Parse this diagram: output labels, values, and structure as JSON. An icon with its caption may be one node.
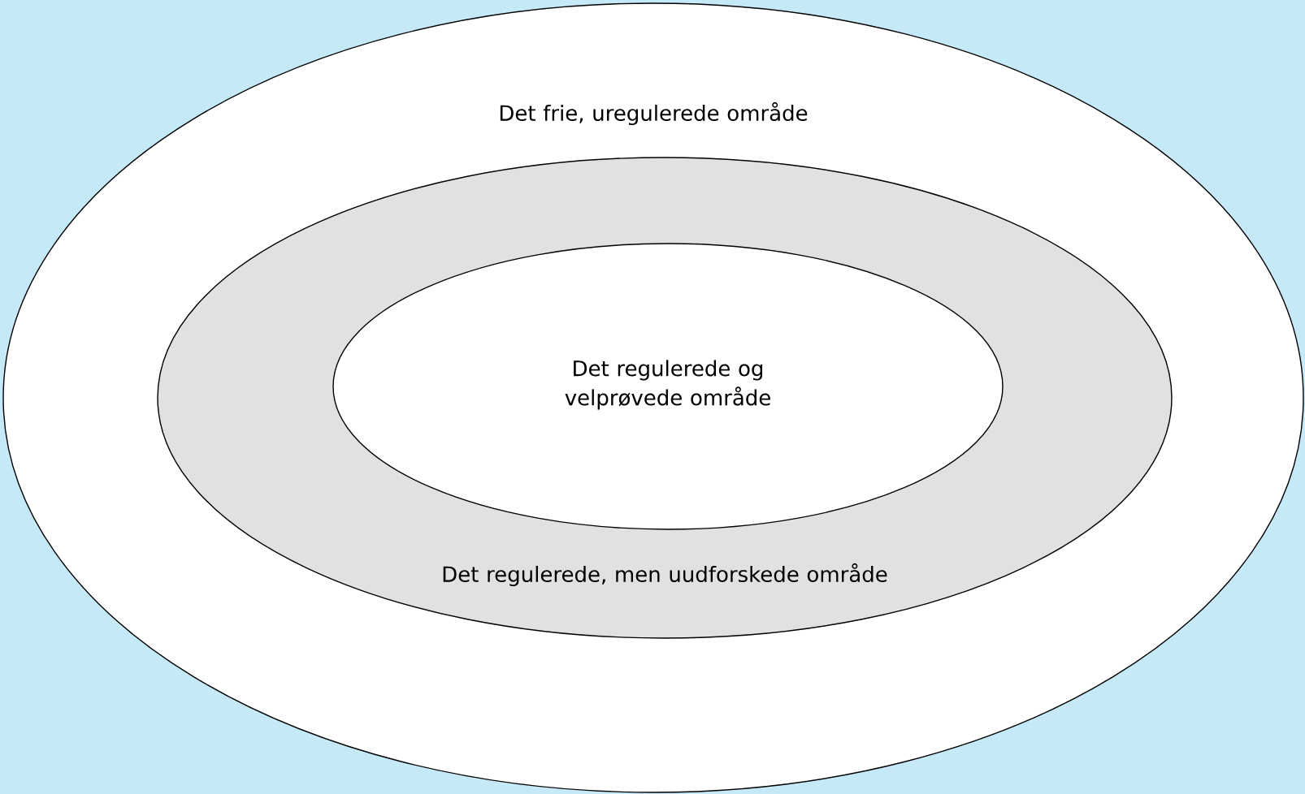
{
  "diagram": {
    "nodes": [
      {
        "text": [
          "Det frie, uregulerede område"
        ]
      },
      {
        "text": [
          "Det regulerede, men uudforskede område"
        ],
        "in": 0
      },
      {
        "text": [
          "Det regulerede og velprøvede område"
        ],
        "in": 1
      }
    ]
  }
}
